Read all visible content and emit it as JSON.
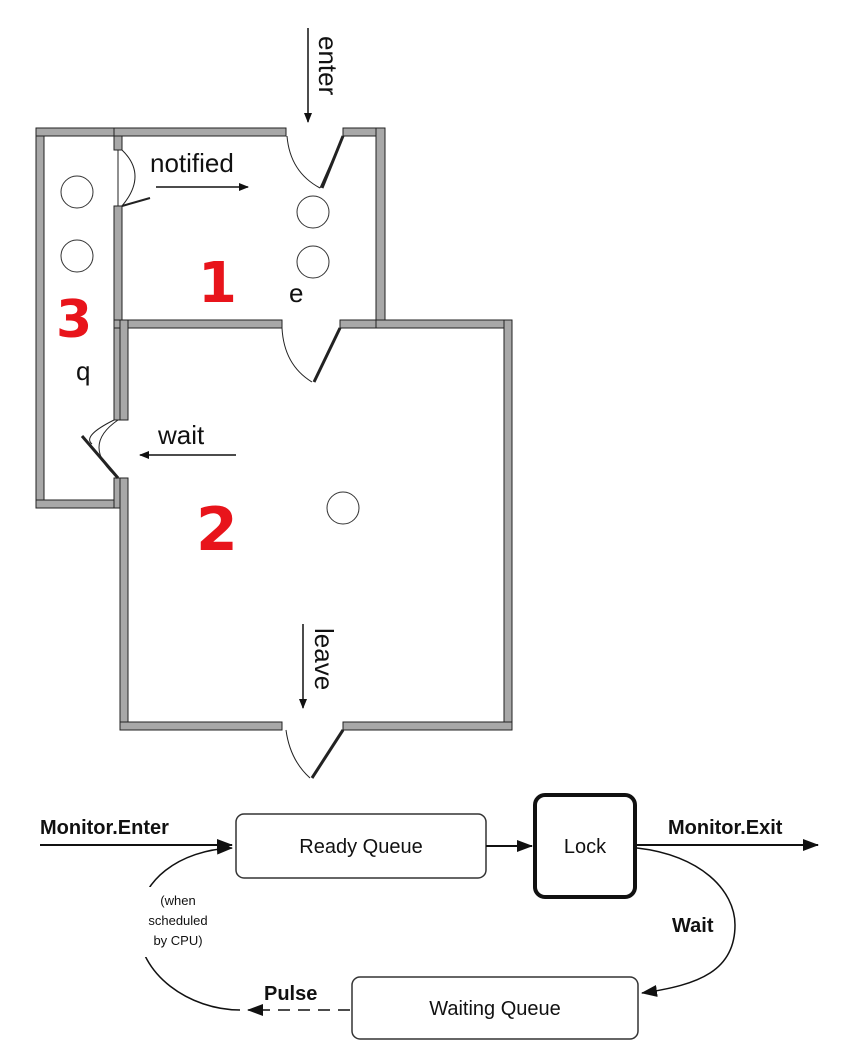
{
  "floorplan": {
    "labels": {
      "enter": "enter",
      "notified": "notified",
      "wait": "wait",
      "leave": "leave",
      "e": "e",
      "q": "q"
    },
    "room_numbers": {
      "room1": "1",
      "room2": "2",
      "room3": "3"
    },
    "colors": {
      "wall": "#a8a8a8",
      "wall_outline": "#222222",
      "annotation": "#e8141b"
    }
  },
  "flowchart": {
    "monitor_enter": "Monitor.Enter",
    "monitor_exit": "Monitor.Exit",
    "ready_queue": "Ready Queue",
    "lock": "Lock",
    "waiting_queue": "Waiting Queue",
    "wait": "Wait",
    "pulse": "Pulse",
    "scheduled_note": [
      "(when",
      "scheduled",
      "by CPU)"
    ]
  }
}
